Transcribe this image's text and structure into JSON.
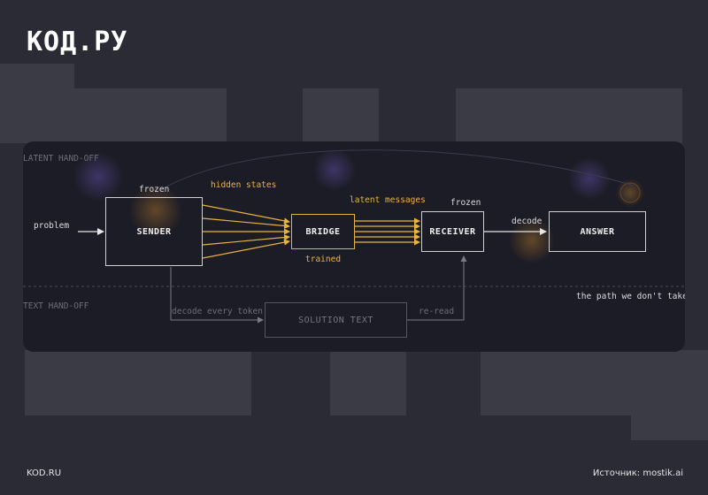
{
  "brand": {
    "logo_text": "КОД.РУ"
  },
  "diagram": {
    "sections": {
      "top": "LATENT HAND-OFF",
      "bottom": "TEXT HAND-OFF"
    },
    "nodes": {
      "sender": "SENDER",
      "bridge": "BRIDGE",
      "receiver": "RECEIVER",
      "answer": "ANSWER",
      "solution": "SOLUTION TEXT"
    },
    "labels": {
      "problem": "problem",
      "sender_frozen": "frozen",
      "hidden_states": "hidden states",
      "latent_messages": "latent messages",
      "receiver_frozen": "frozen",
      "trained": "trained",
      "decode": "decode",
      "decode_every_token": "decode every token",
      "re_read": "re-read",
      "path_note": "the path we don't take"
    },
    "colors": {
      "accent": "#e8b43a",
      "panel": "#1c1c26",
      "background": "#2b2b35"
    }
  },
  "footer": {
    "left": "KOD.RU",
    "right": "Источник: mostik.ai"
  }
}
